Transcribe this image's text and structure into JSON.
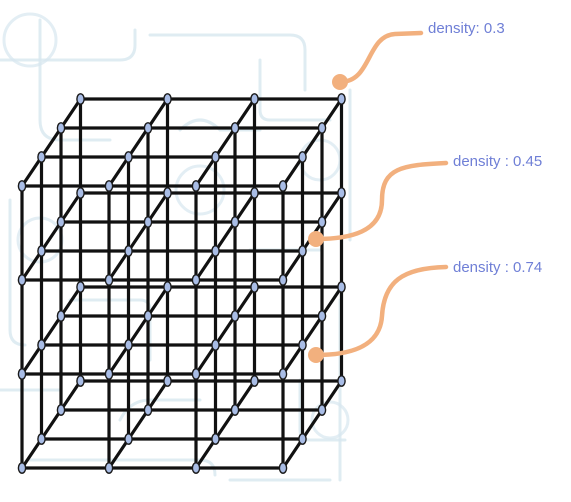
{
  "colors": {
    "lattice": "#111111",
    "node_fill": "#a9bde6",
    "node_stroke": "#1a1a1a",
    "callout": "#f2b07e",
    "label_text": "#6f7fd6",
    "background_pattern": "#d7e7ef"
  },
  "callouts": [
    {
      "label": "density: 0.3"
    },
    {
      "label": "density : 0.45"
    },
    {
      "label": "density : 0.74"
    }
  ]
}
